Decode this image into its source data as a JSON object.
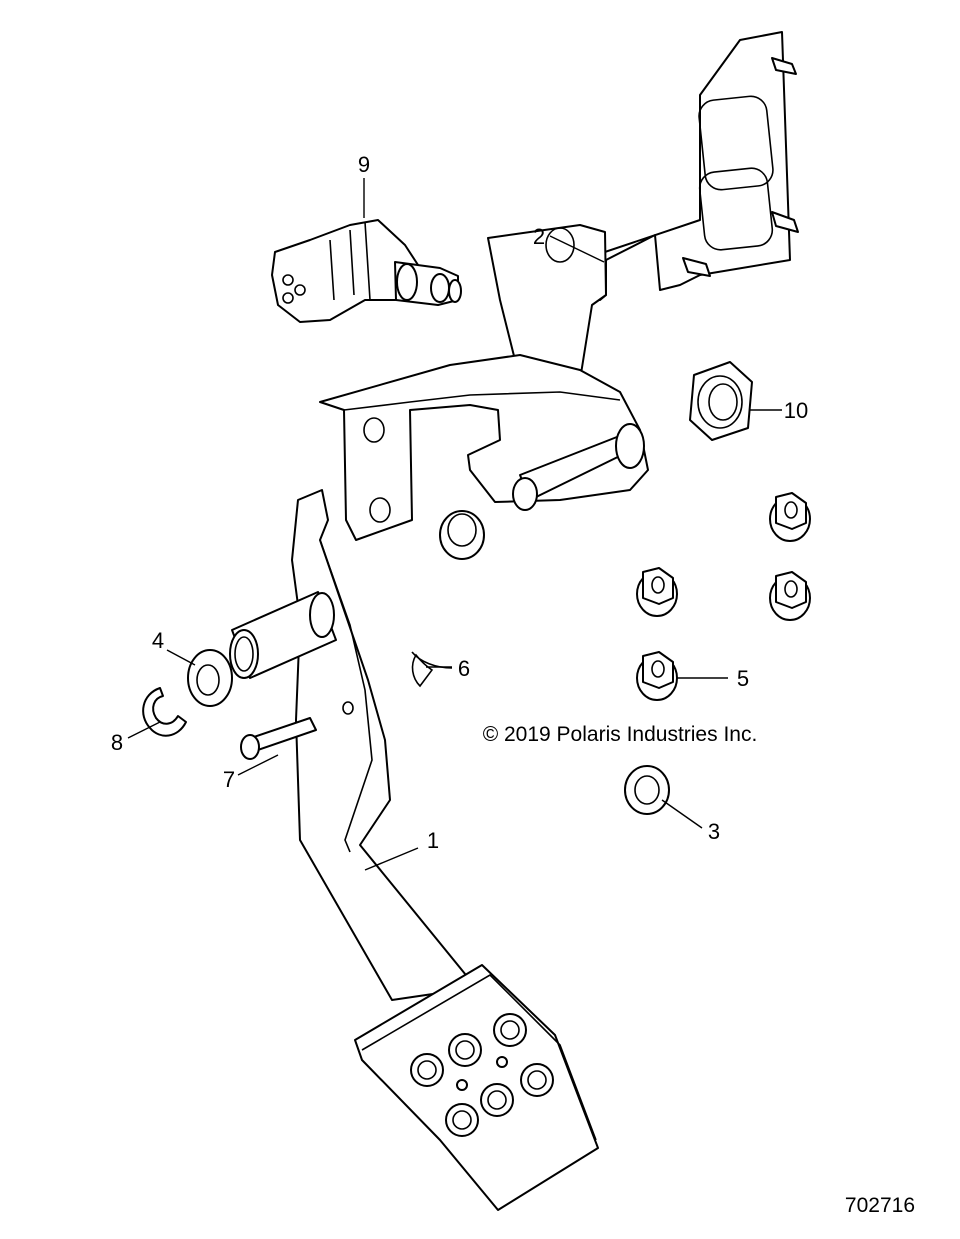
{
  "callouts": [
    {
      "number": "1",
      "part": "pedal"
    },
    {
      "number": "2",
      "part": "bracket"
    },
    {
      "number": "3",
      "part": "washer"
    },
    {
      "number": "4",
      "part": "bushing"
    },
    {
      "number": "5",
      "part": "flange-nut"
    },
    {
      "number": "6",
      "part": "hair-pin-clip"
    },
    {
      "number": "7",
      "part": "clevis-pin"
    },
    {
      "number": "8",
      "part": "e-clip"
    },
    {
      "number": "9",
      "part": "sensor"
    },
    {
      "number": "10",
      "part": "hex-nut"
    }
  ],
  "copyright": "© 2019 Polaris Industries Inc.",
  "figure_id": "702716"
}
